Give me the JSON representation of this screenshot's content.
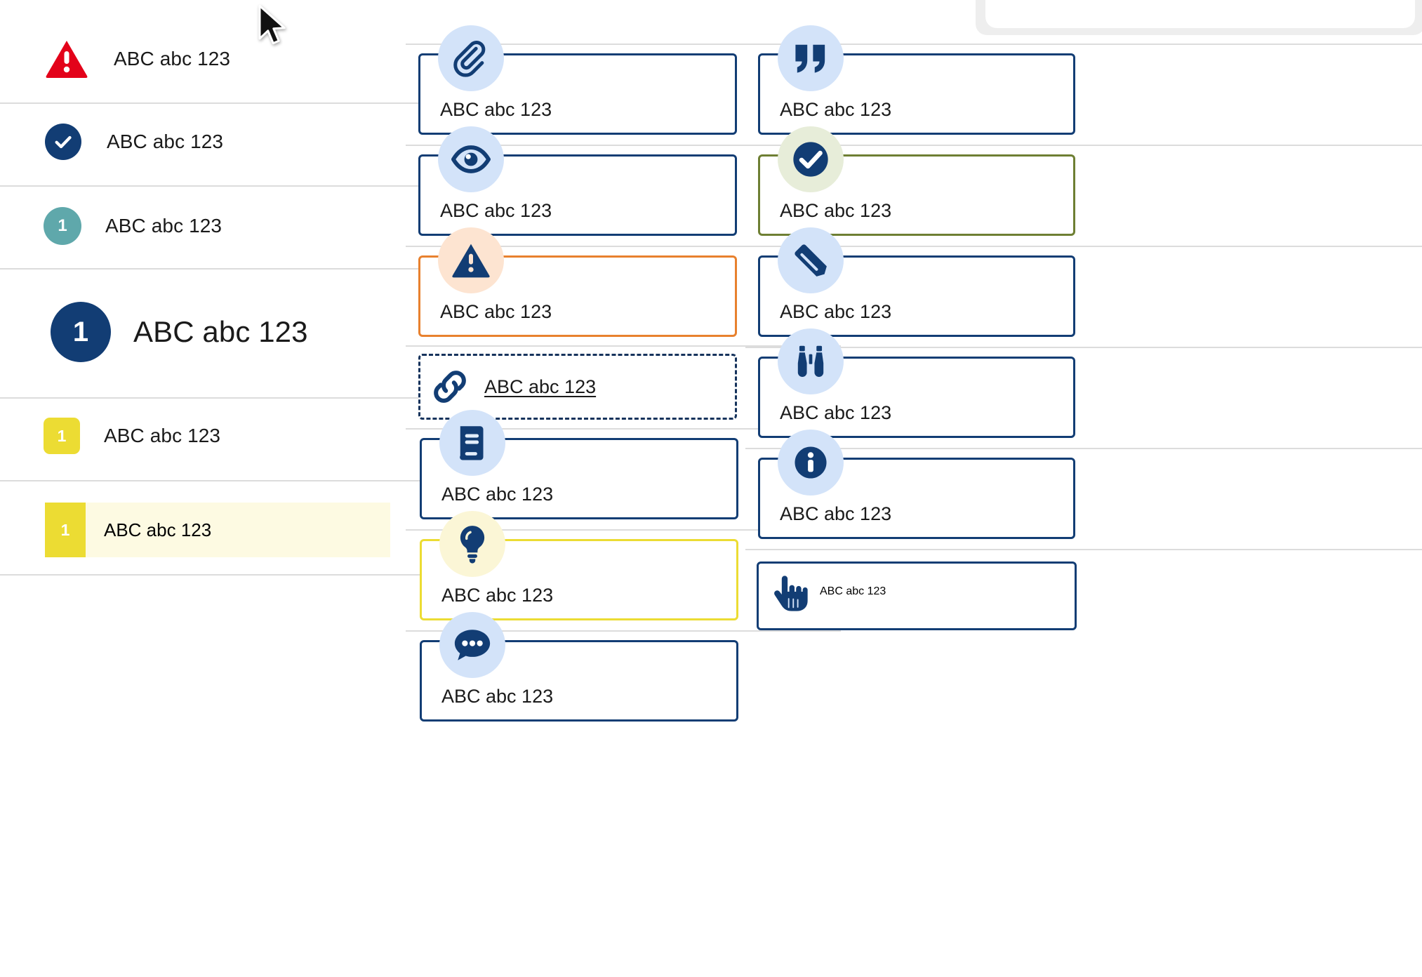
{
  "specimen": {
    "sample_text": "ABC abc 123",
    "badge_number": "1"
  },
  "colors": {
    "navy": "#123d74",
    "red": "#e3021a",
    "teal": "#5fa8ab",
    "yellow": "#ecdc33",
    "orange": "#e8812e",
    "olive": "#6e7f33",
    "light_blue_medallion": "#d3e3f9",
    "peach_medallion": "#fde4d1",
    "pale_green_medallion": "#e7edd9",
    "pale_yellow_medallion": "#fbf6d6",
    "selected_row_background": "#fdfae2",
    "divider": "#dcdcdc"
  },
  "left_column": {
    "rows": [
      {
        "icon": "warning-triangle-icon",
        "badge_style": "red-triangle",
        "label": "ABC abc 123"
      },
      {
        "icon": "check-circle-icon",
        "badge_style": "navy-circle",
        "label": "ABC abc 123"
      },
      {
        "icon": "number-badge",
        "badge_style": "teal-circle",
        "number": "1",
        "label": "ABC abc 123"
      },
      {
        "icon": "number-badge",
        "badge_style": "navy-circle-large",
        "number": "1",
        "label": "ABC abc 123"
      },
      {
        "icon": "number-badge",
        "badge_style": "yellow-square",
        "number": "1",
        "label": "ABC abc 123"
      },
      {
        "icon": "number-badge",
        "badge_style": "yellow-square-selected",
        "number": "1",
        "label": "ABC abc 123",
        "selected": true
      }
    ]
  },
  "middle_column": {
    "cards": [
      {
        "icon": "paperclip-icon",
        "medallion": "light-blue",
        "border": "blue",
        "label": "ABC abc 123"
      },
      {
        "icon": "eye-icon",
        "medallion": "light-blue",
        "border": "blue",
        "label": "ABC abc 123"
      },
      {
        "icon": "warning-triangle-icon",
        "medallion": "peach",
        "border": "orange",
        "label": "ABC abc 123"
      },
      {
        "icon": "link-icon",
        "medallion": "none",
        "border": "dashed-blue",
        "label": "ABC abc 123",
        "link": true
      },
      {
        "icon": "book-icon",
        "medallion": "light-blue",
        "border": "blue",
        "label": "ABC abc 123"
      },
      {
        "icon": "lightbulb-icon",
        "medallion": "pale-yellow",
        "border": "yellow",
        "label": "ABC abc 123"
      },
      {
        "icon": "comment-bubble-icon",
        "medallion": "light-blue",
        "border": "blue",
        "label": "ABC abc 123"
      }
    ]
  },
  "right_column": {
    "cards": [
      {
        "icon": "quote-icon",
        "medallion": "light-blue",
        "border": "blue",
        "label": "ABC abc 123"
      },
      {
        "icon": "check-circle-icon",
        "medallion": "pale-green",
        "border": "olive",
        "label": "ABC abc 123"
      },
      {
        "icon": "pencil-icon",
        "medallion": "light-blue",
        "border": "blue",
        "label": "ABC abc 123"
      },
      {
        "icon": "binoculars-icon",
        "medallion": "light-blue",
        "border": "blue",
        "label": "ABC abc 123"
      },
      {
        "icon": "info-circle-icon",
        "medallion": "light-blue",
        "border": "blue",
        "label": "ABC abc 123"
      },
      {
        "icon": "pointing-hand-icon",
        "medallion": "none",
        "border": "blue",
        "label": "ABC abc 123"
      }
    ]
  },
  "cursor": {
    "icon": "mouse-pointer-icon"
  }
}
